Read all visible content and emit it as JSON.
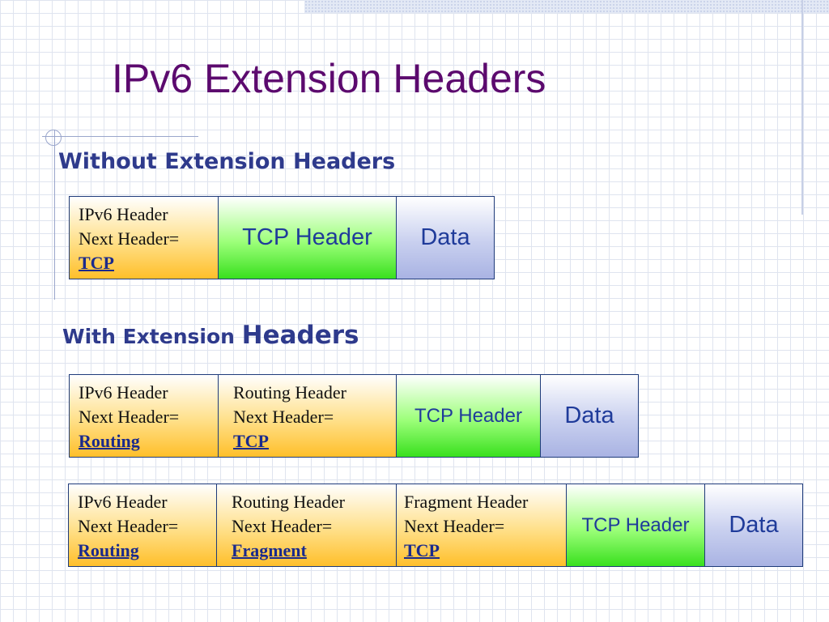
{
  "title": "IPv6 Extension Headers",
  "without_heading": "Without Extension Headers",
  "with_heading_a": "With Extension",
  "with_heading_b": "Headers",
  "row1": {
    "ipv6": {
      "l1": "IPv6 Header",
      "l2": "Next Header=",
      "next": "TCP"
    },
    "tcp": "TCP Header",
    "data": "Data"
  },
  "row2": {
    "ipv6": {
      "l1": "IPv6 Header",
      "l2": "Next Header=",
      "next": "Routing"
    },
    "routing": {
      "l1": "Routing Header",
      "l2": "Next Header=",
      "next": "TCP"
    },
    "tcp": "TCP Header",
    "data": "Data"
  },
  "row3": {
    "ipv6": {
      "l1": "IPv6 Header",
      "l2": "Next Header=",
      "next": "Routing"
    },
    "routing": {
      "l1": "Routing Header",
      "l2": "Next Header=",
      "next": "Fragment"
    },
    "fragment": {
      "l1": "Fragment Header",
      "l2": "Next Header=",
      "next": "TCP"
    },
    "tcp": "TCP Header",
    "data": "Data"
  },
  "colors": {
    "title": "#5c0a6e",
    "heading": "#2e3a8c",
    "header_fill": "#ffbf2a",
    "tcp_fill": "#39e01e",
    "data_fill": "#a9b3e3",
    "border": "#1f3b7a"
  }
}
